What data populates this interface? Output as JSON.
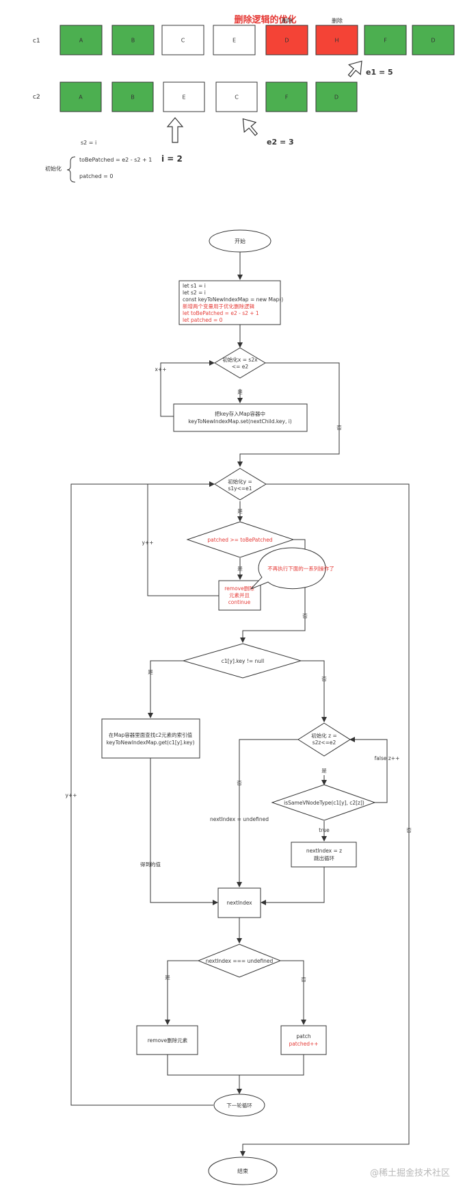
{
  "title": "删除逻辑的优化",
  "row_labels": {
    "c1": "c1",
    "c2": "c2"
  },
  "c1_boxes": [
    {
      "label": "A",
      "color": "green"
    },
    {
      "label": "B",
      "color": "green"
    },
    {
      "label": "C",
      "color": "white"
    },
    {
      "label": "E",
      "color": "white"
    },
    {
      "label": "D",
      "color": "red"
    },
    {
      "label": "H",
      "color": "red"
    },
    {
      "label": "F",
      "color": "green"
    },
    {
      "label": "D",
      "color": "green"
    }
  ],
  "c2_boxes": [
    {
      "label": "A",
      "color": "green"
    },
    {
      "label": "B",
      "color": "green"
    },
    {
      "label": "E",
      "color": "white"
    },
    {
      "label": "C",
      "color": "white"
    },
    {
      "label": "F",
      "color": "green"
    },
    {
      "label": "D",
      "color": "green"
    }
  ],
  "delete_tags": [
    "删除",
    "删除"
  ],
  "pointer_labels": {
    "e1": "e1 = 5",
    "e2": "e2 = 3",
    "i": "i = 2"
  },
  "init_block": {
    "label": "初始化",
    "lines": [
      "s2 = i",
      "toBePatched = e2 - s2 + 1",
      "patched = 0"
    ]
  },
  "flow": {
    "start": "开始",
    "init_lines": [
      "let s1 = i",
      "let s2 = i",
      "const keyToNewIndexMap = new Map()",
      "新增两个变量用于优化删除逻辑",
      "let toBePatched = e2 - s2 + 1",
      "let patched = 0"
    ],
    "loop1_cond": [
      "初始化x = s2x",
      "<= e2"
    ],
    "loop1_inc": "x++",
    "loop1_body": [
      "把key存入Map容器中",
      "keyToNewIndexMap.set(nextChild.key, i)"
    ],
    "loop2_cond": [
      "初始化y =",
      "s1y<=e1"
    ],
    "patched_cond": "patched >= toBePatched",
    "remove_continue": [
      "remove删除",
      "元素并且",
      "continue"
    ],
    "bubble": "不再执行下面的一系列操作了",
    "y_inc": "y++",
    "key_cond": "c1[y].key != null",
    "map_lookup": [
      "在Map容器里面查找c2元素的索引值",
      "keyToNewIndexMap.get(c1[y].key)"
    ],
    "loop3_cond": [
      "初始化 z =",
      "s2z<=e2"
    ],
    "false_inc": "false z++",
    "same_cond": "isSameVNodeType(c1[y], c2[z])",
    "true_label": "true",
    "next_assign": [
      "nextIndex = z",
      "跳出循环"
    ],
    "next_undef_label": "nextIndex = undefined",
    "got_value": "得到的值",
    "next_index": "nextIndex",
    "undef_cond": "nextIndex === undefined",
    "remove_elem": "remove删除元素",
    "patch_lines": [
      "patch",
      "patched++"
    ],
    "next_loop": "下一轮循环",
    "end": "结束",
    "yes": "是",
    "no": "否"
  },
  "watermark": "@稀土掘金技术社区",
  "colors": {
    "green": "#4caf50",
    "red": "#f44336",
    "accent_text": "#e53935",
    "line": "#333333"
  }
}
